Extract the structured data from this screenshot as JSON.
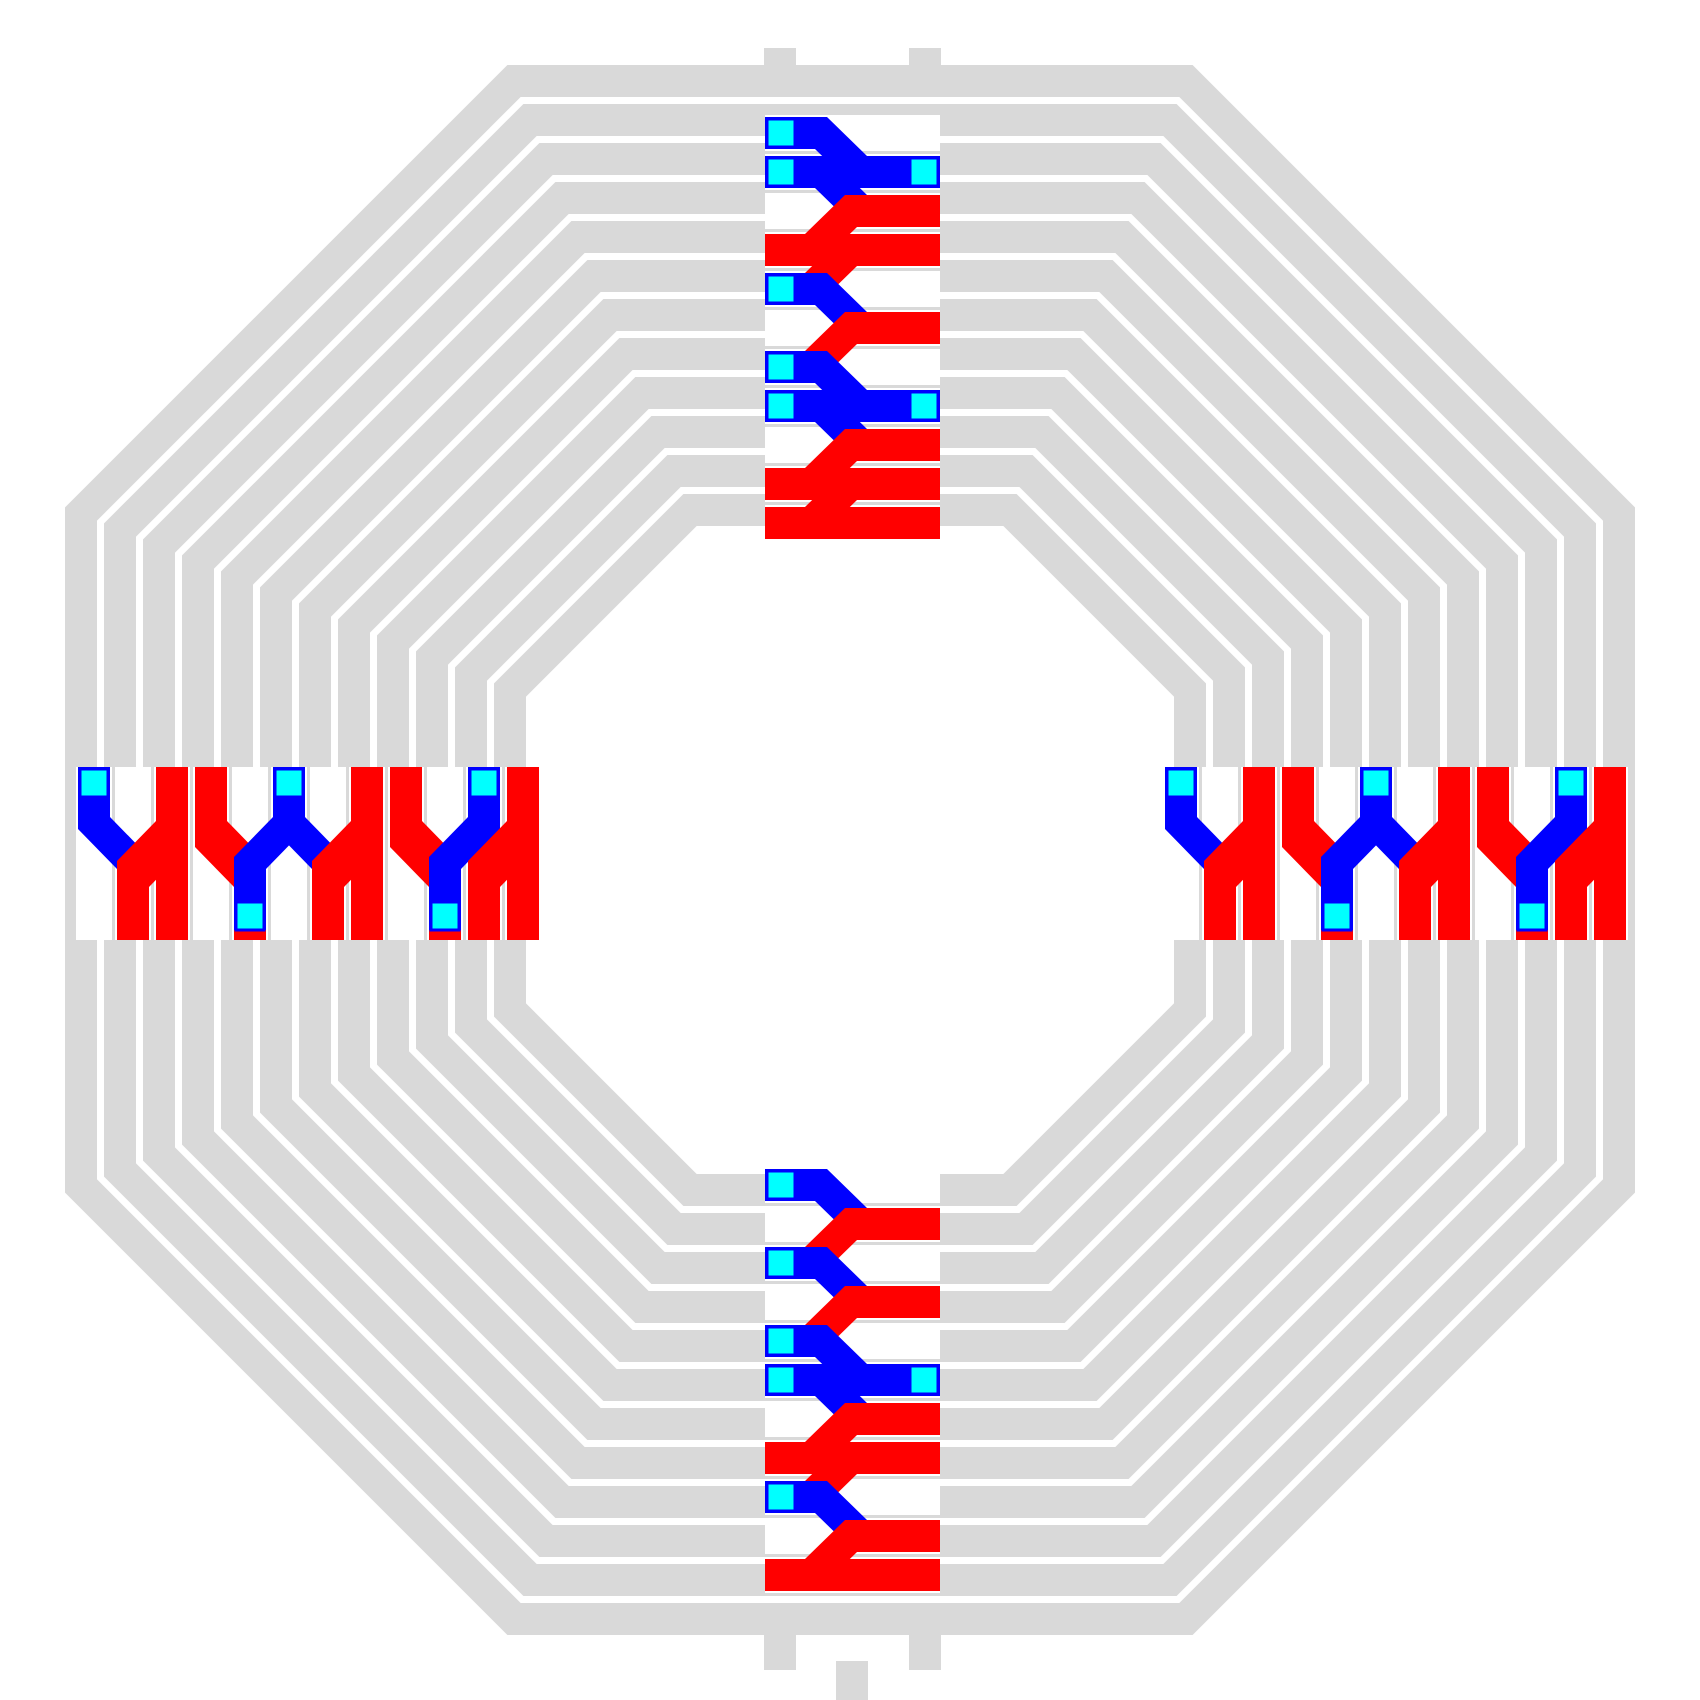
{
  "diagram": {
    "kind": "octagonal-spiral-inductor-layout",
    "turns": 12,
    "colors": {
      "background": "#ffffff",
      "trace_gray": "#d9d9d9",
      "crossunder_red": "#ff0000",
      "via_metal_blue": "#0000ff",
      "via_cyan": "#00ffff",
      "via_outline": "#0000ff"
    },
    "crossover_regions": [
      "top",
      "bottom",
      "left",
      "right"
    ],
    "terminals": [
      "lead-left",
      "lead-center",
      "lead-right"
    ]
  }
}
